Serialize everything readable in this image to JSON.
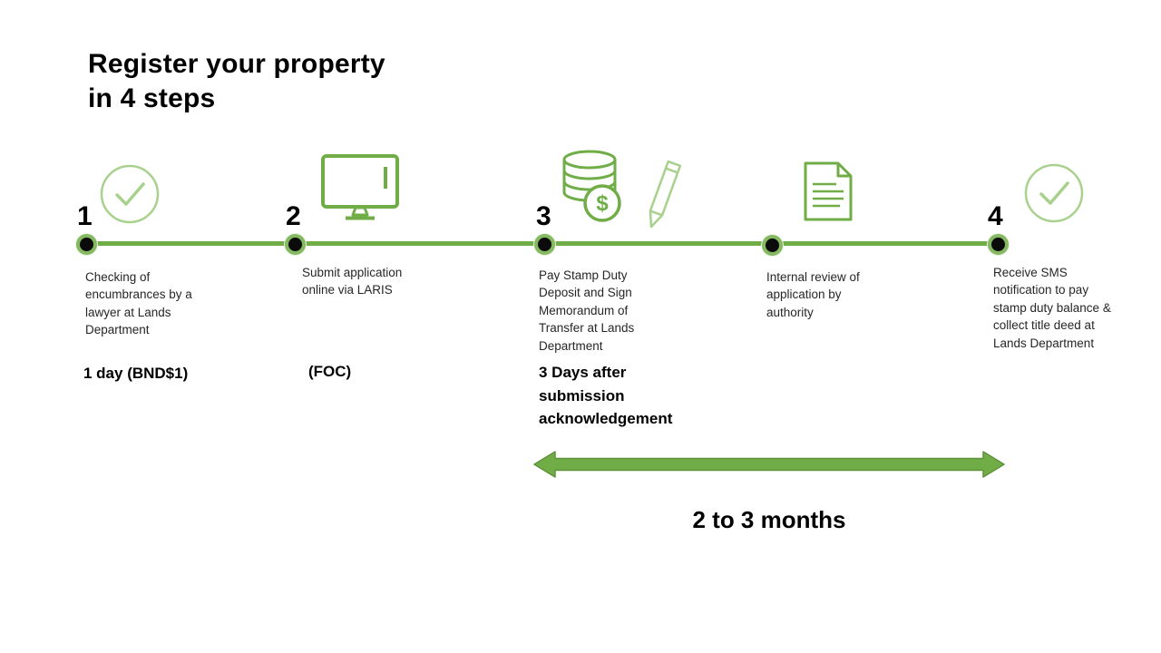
{
  "title": "Register your property\nin 4 steps",
  "timeline": {
    "steps": [
      {
        "number": "1",
        "icon": "check-circle-icon",
        "description": "Checking of encumbrances by a lawyer at Lands Department",
        "duration": "1 day (BND$1)"
      },
      {
        "number": "2",
        "icon": "computer-monitor-icon",
        "description": "Submit application online via LARIS",
        "duration": "(FOC)"
      },
      {
        "number": "3",
        "icon": "coins-and-pencil-icon",
        "description": "Pay Stamp Duty Deposit and Sign Memorandum of Transfer at Lands Department",
        "duration": "3 Days after submission acknowledgement"
      },
      {
        "number": "",
        "icon": "document-icon",
        "description": "Internal review of application by authority",
        "duration": ""
      },
      {
        "number": "4",
        "icon": "check-circle-icon",
        "description": "Receive SMS notification to pay stamp duty balance & collect title deed at Lands Department",
        "duration": ""
      }
    ],
    "duration_arrow_label": "2 to 3 months"
  },
  "icons": {
    "step1": "check-circle-icon",
    "step2": "computer-monitor-icon",
    "step3": "coins-and-pencil-icon",
    "review": "document-icon",
    "step4": "check-circle-icon",
    "dollar_sign": "$"
  },
  "colors": {
    "timeline_green": "#70AD47",
    "icon_light_green": "#A9D18E",
    "arrow_green": "#70AD47",
    "text_black": "#000000"
  }
}
